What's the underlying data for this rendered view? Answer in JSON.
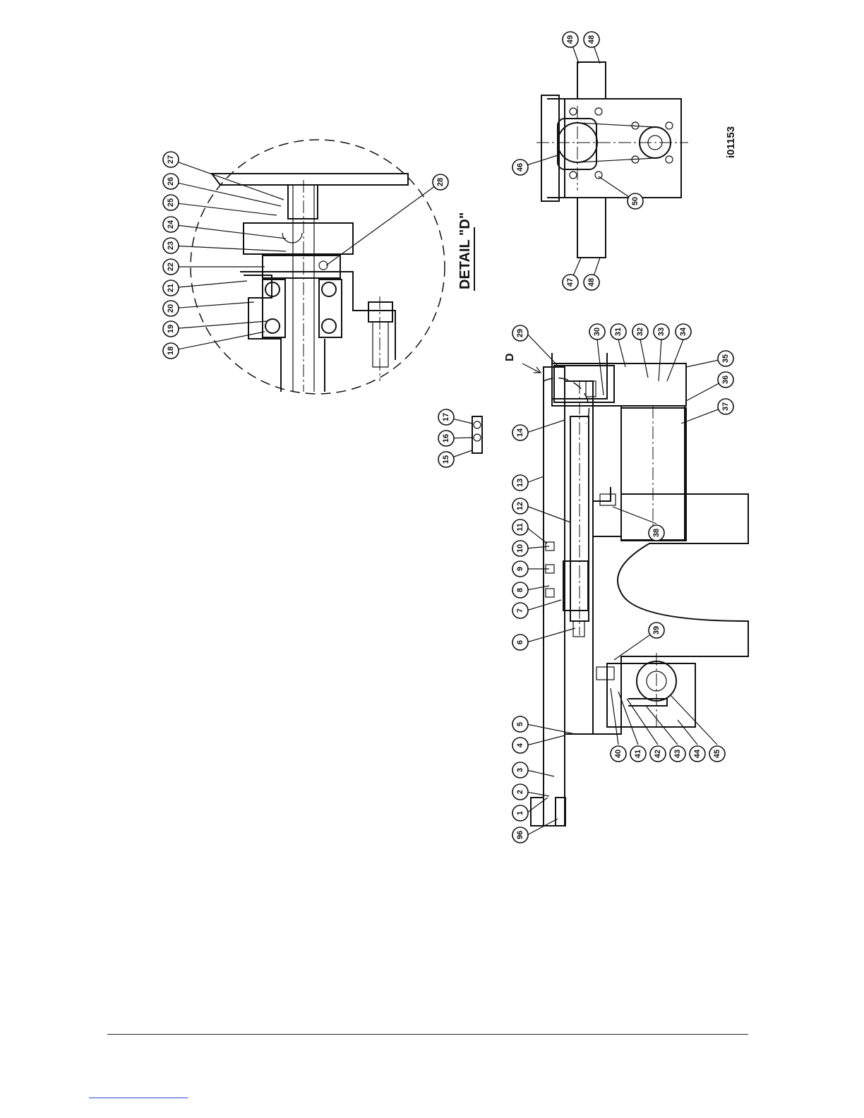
{
  "detail_label": "DETAIL \"D\"",
  "detail_marker": "D",
  "figure_id": "i01153",
  "callouts": {
    "detail": [
      "18",
      "19",
      "20",
      "21",
      "22",
      "23",
      "24",
      "25",
      "26",
      "27",
      "28"
    ],
    "pins": [
      "15",
      "16",
      "17"
    ],
    "main_top": [
      "96",
      "1",
      "2",
      "3",
      "4",
      "5",
      "6",
      "7",
      "8",
      "9",
      "10",
      "11",
      "12",
      "13",
      "14",
      "29"
    ],
    "main_bottom": [
      "30",
      "31",
      "32",
      "33",
      "34",
      "35",
      "36",
      "37",
      "38",
      "39",
      "40",
      "41",
      "42",
      "43",
      "44",
      "45"
    ],
    "end_view": [
      "46",
      "47",
      "48",
      "48",
      "49",
      "50"
    ]
  }
}
